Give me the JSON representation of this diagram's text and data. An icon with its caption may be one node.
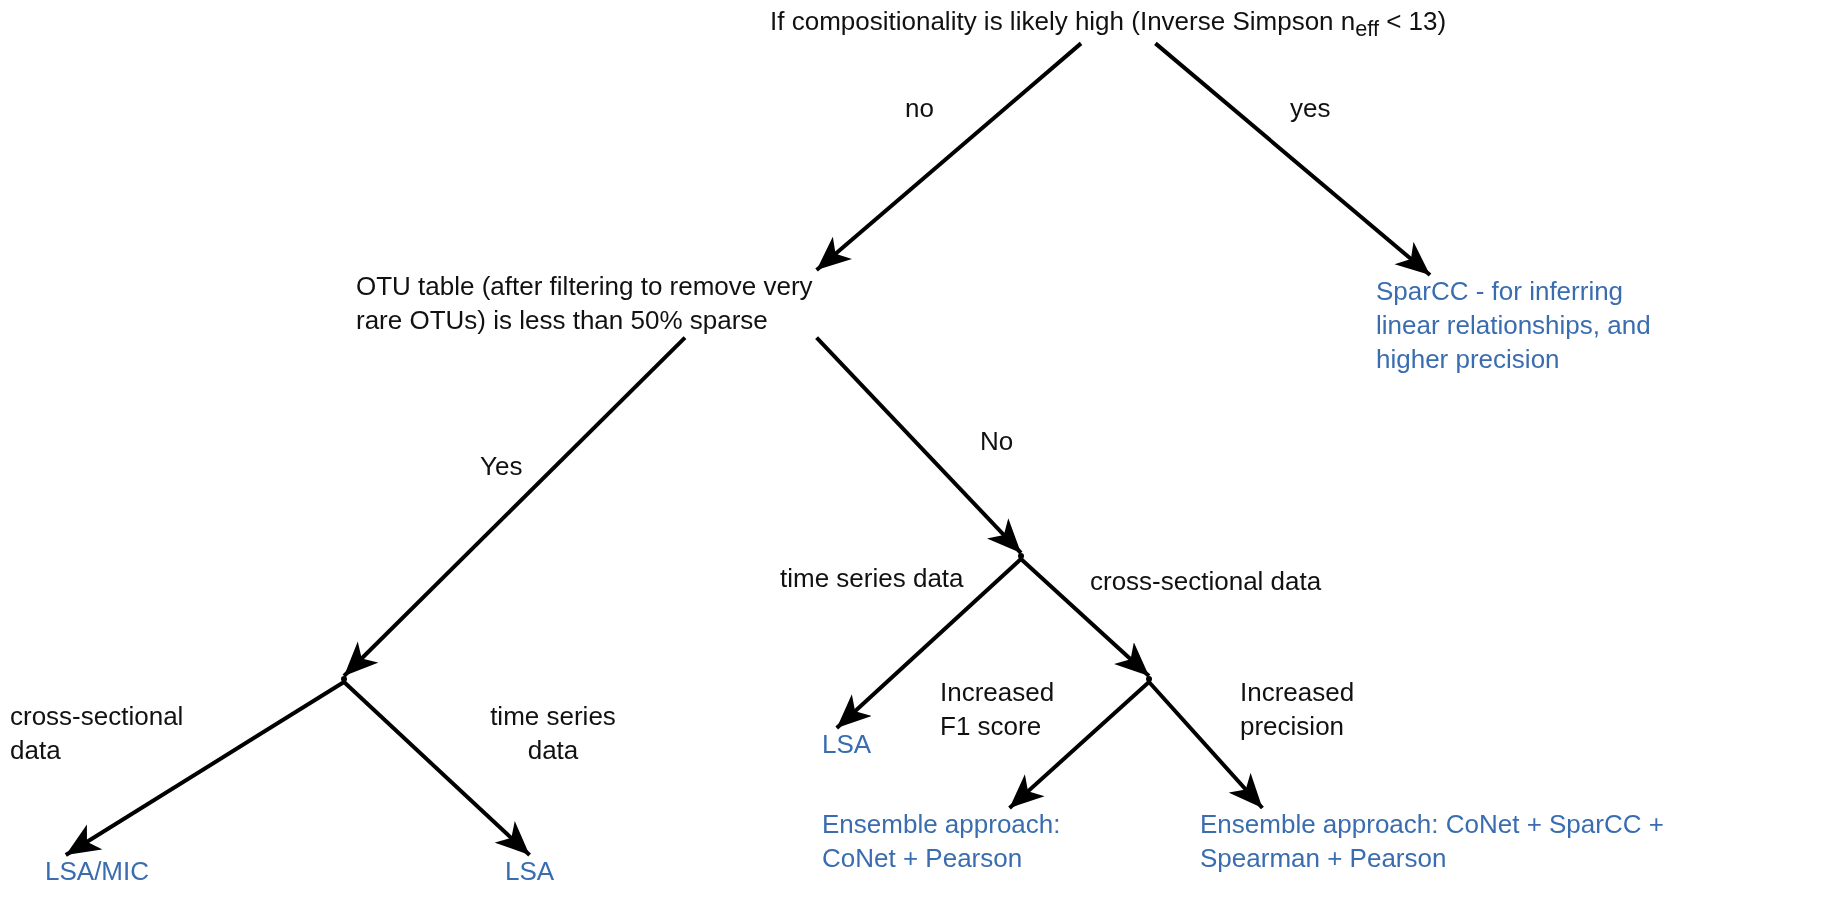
{
  "diagram": {
    "nodes": [
      {
        "text": [
          "If compositionality is likely high (Inverse Simpson n$_{eff}$ < 13)"
        ]
      },
      {
        "text": [
          "OTU table (after filtering to remove very rare OTUs) is less than 50% sparse"
        ]
      },
      {
        "text": [
          "SparCC - for inferring linear relationships, and higher precision"
        ]
      },
      {
        "text": [],
        "shape": "point"
      },
      {
        "text": [],
        "shape": "point"
      },
      {
        "text": [],
        "shape": "point"
      },
      {
        "text": [
          "LSA"
        ]
      },
      {
        "text": [
          "Ensemble approach: CoNet + Pearson"
        ]
      },
      {
        "text": [
          "Ensemble approach: CoNet + SparCC + Spearman + Pearson"
        ]
      },
      {
        "text": [
          "LSA/MIC"
        ]
      },
      {
        "text": [
          "LSA"
        ]
      }
    ],
    "edges": [
      {
        "from": 0,
        "to": 1,
        "arrow": "to",
        "label": "no"
      },
      {
        "from": 0,
        "to": 2,
        "arrow": "to",
        "label": "yes"
      },
      {
        "from": 1,
        "to": 4,
        "arrow": "to",
        "label": "Yes"
      },
      {
        "from": 1,
        "to": 3,
        "arrow": "to",
        "label": "No"
      },
      {
        "from": 3,
        "to": 6,
        "arrow": "to",
        "label": "time series data"
      },
      {
        "from": 3,
        "to": 5,
        "arrow": "to",
        "label": "cross-sectional data"
      },
      {
        "from": 5,
        "to": 7,
        "arrow": "to",
        "label": "Increased F1 score"
      },
      {
        "from": 5,
        "to": 8,
        "arrow": "to",
        "label": "Increased precision"
      },
      {
        "from": 4,
        "to": 9,
        "arrow": "to",
        "label": "cross-sectional data"
      },
      {
        "from": 4,
        "to": 10,
        "arrow": "to",
        "label": "time series data"
      }
    ]
  }
}
